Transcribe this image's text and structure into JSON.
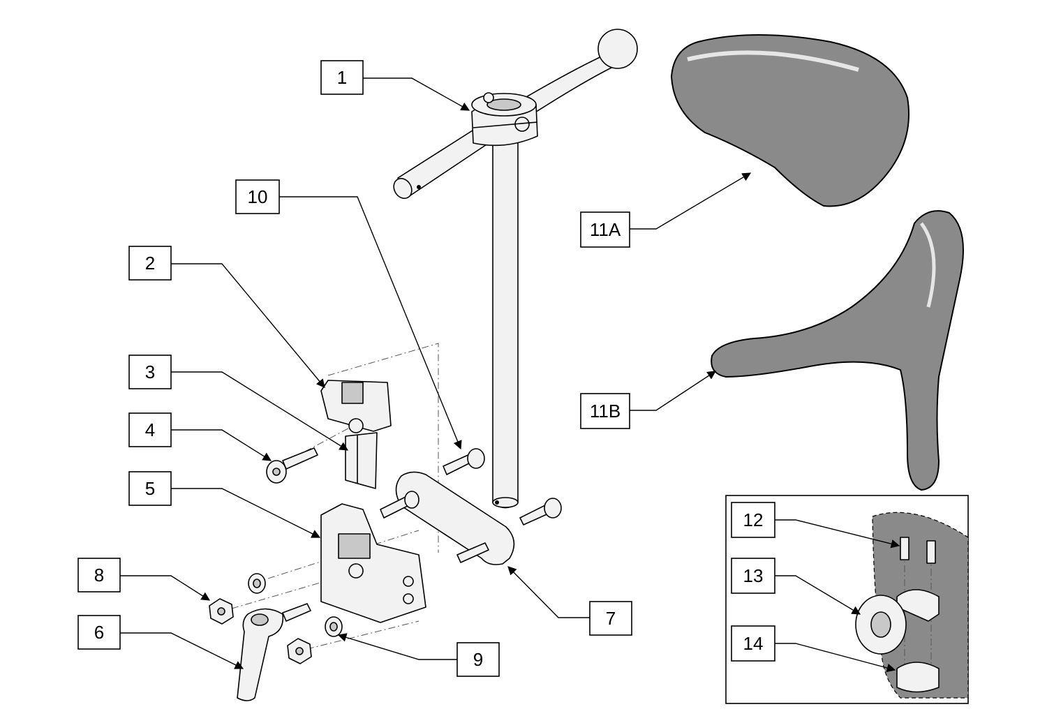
{
  "callouts": [
    {
      "id": "c1",
      "text": "1"
    },
    {
      "id": "c2",
      "text": "2"
    },
    {
      "id": "c3",
      "text": "3"
    },
    {
      "id": "c4",
      "text": "4"
    },
    {
      "id": "c5",
      "text": "5"
    },
    {
      "id": "c6",
      "text": "6"
    },
    {
      "id": "c7",
      "text": "7"
    },
    {
      "id": "c8",
      "text": "8"
    },
    {
      "id": "c9",
      "text": "9"
    },
    {
      "id": "c10",
      "text": "10"
    },
    {
      "id": "c11a",
      "text": "11A"
    },
    {
      "id": "c11b",
      "text": "11B"
    },
    {
      "id": "c12",
      "text": "12"
    },
    {
      "id": "c13",
      "text": "13"
    },
    {
      "id": "c14",
      "text": "14"
    }
  ],
  "colors": {
    "pad_fill": "#8a8a8a",
    "metal_fill": "#f2f2f2",
    "line": "#000000"
  }
}
